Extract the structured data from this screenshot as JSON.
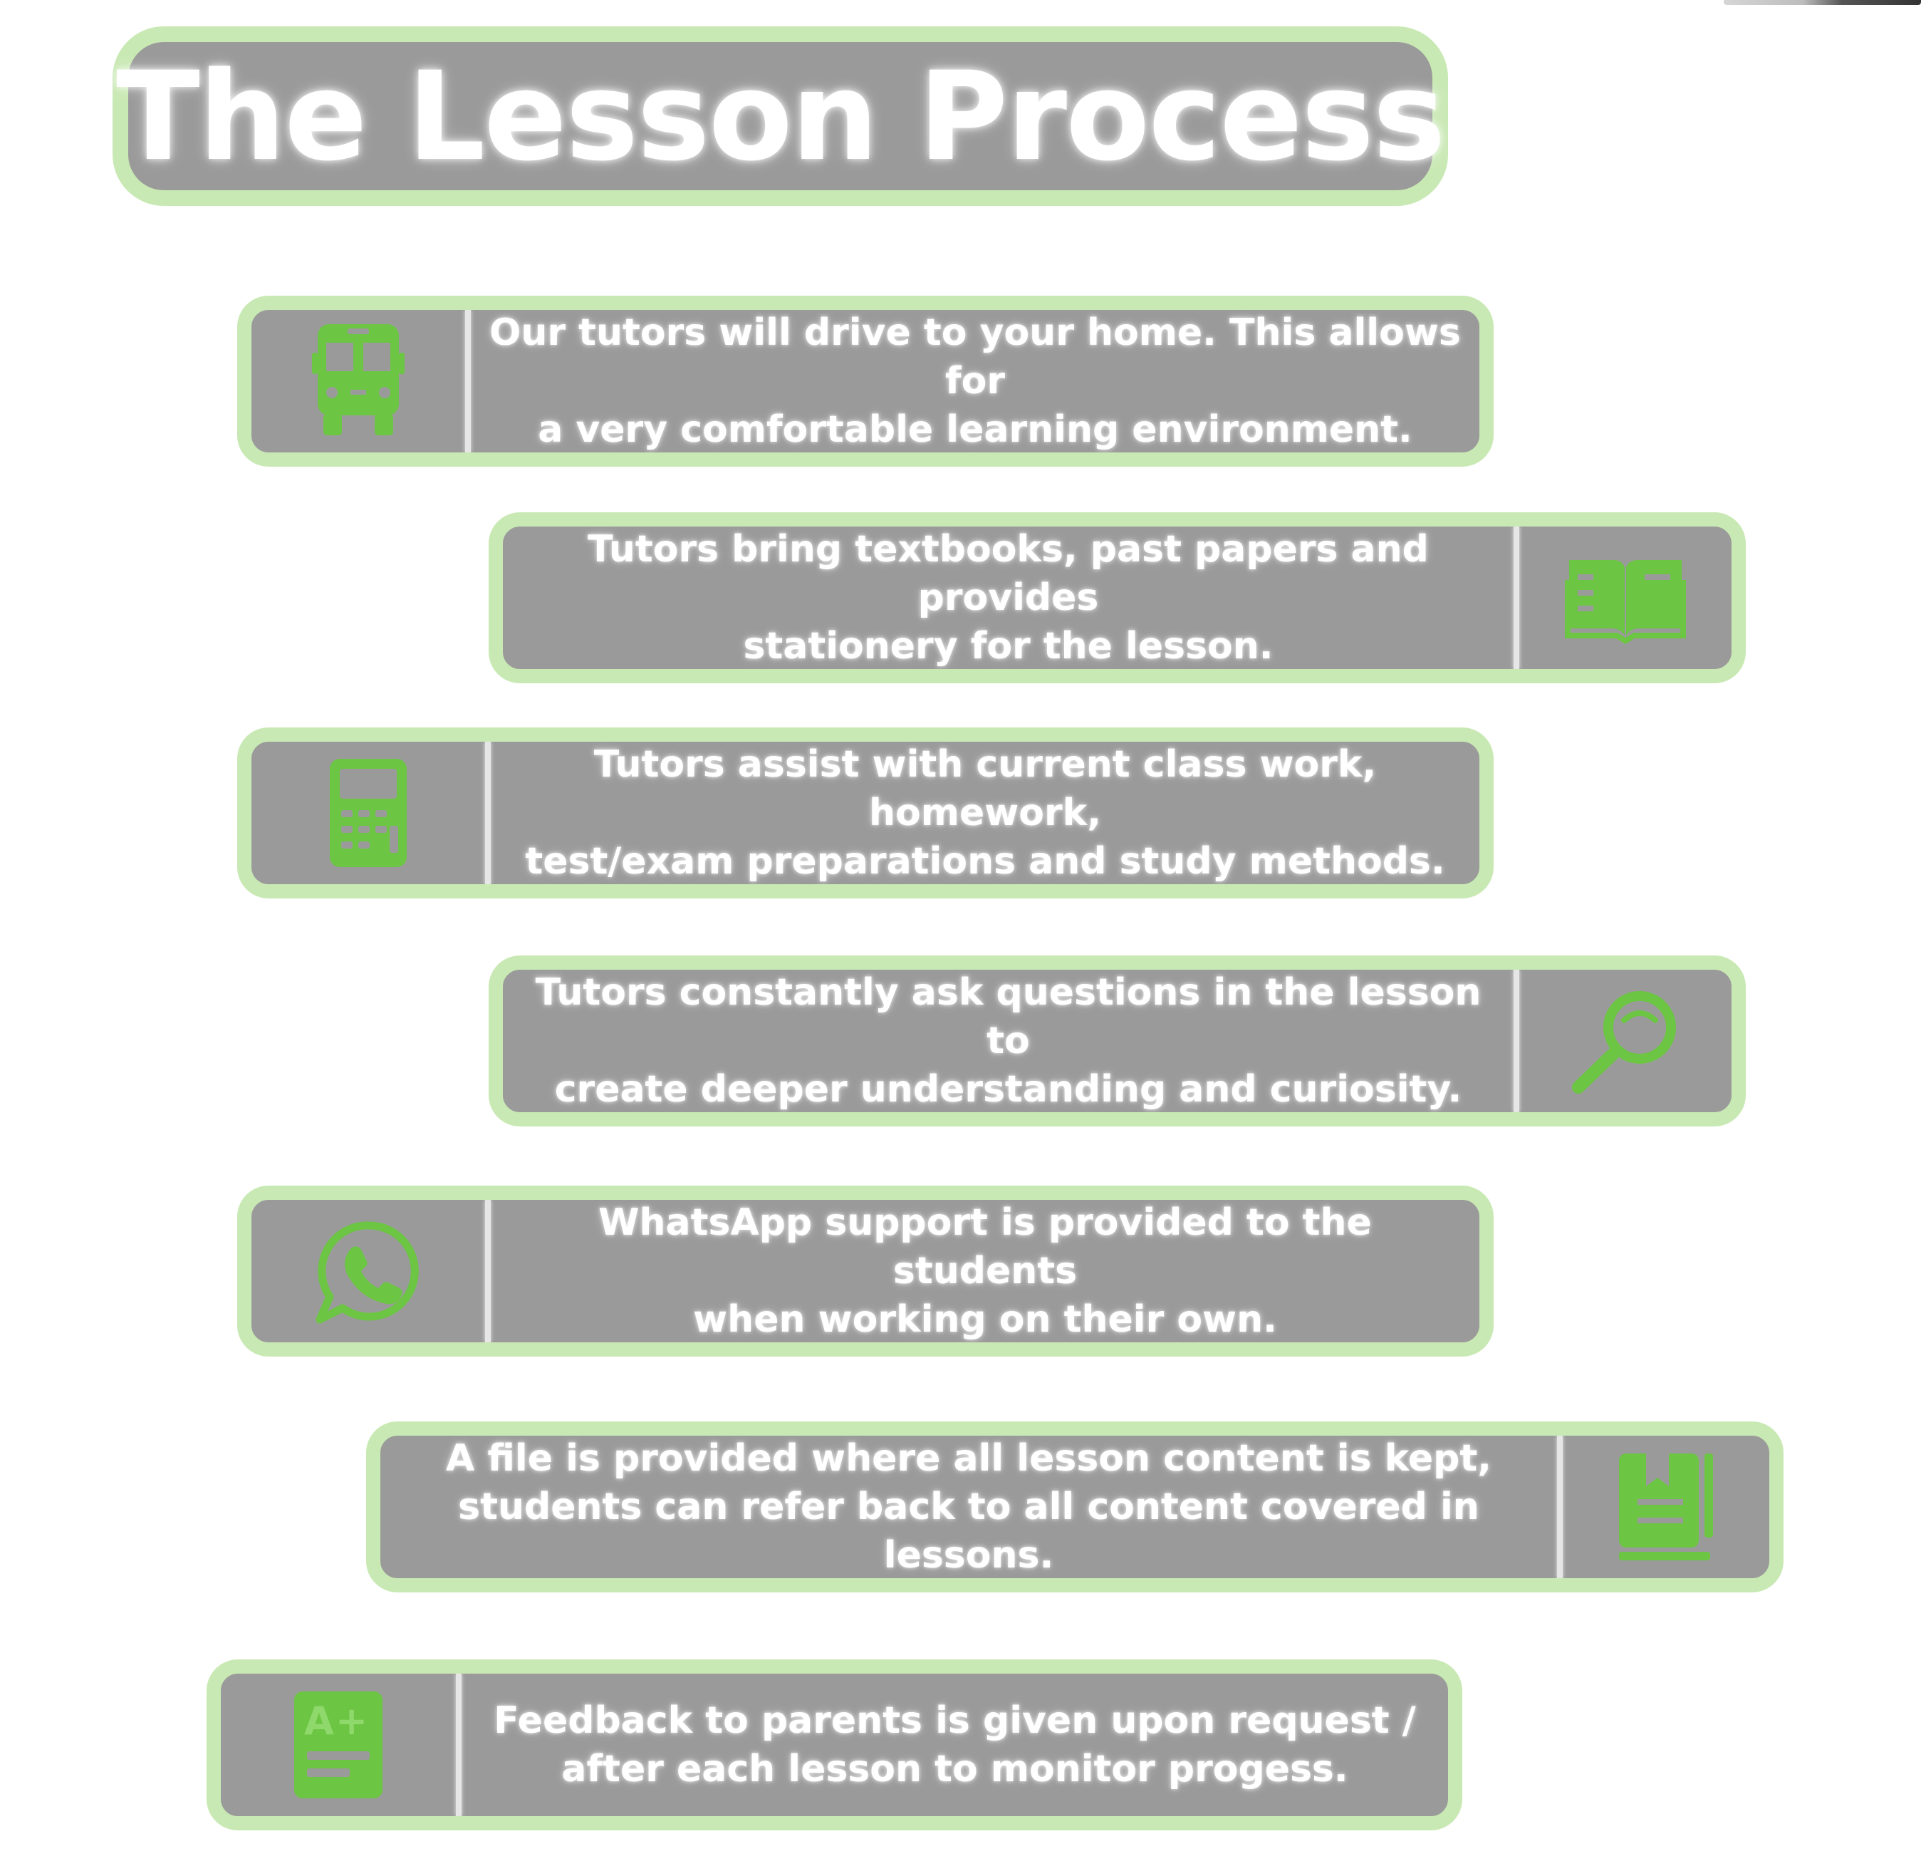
{
  "title": "The Lesson Process",
  "colors": {
    "background": "#ffffff",
    "panel": "#9a9a9a",
    "border": "#c9e9b4",
    "icon": "#6cc644",
    "text": "#ffffff"
  },
  "steps": [
    {
      "icon": "bus-icon",
      "line1": "Our tutors will drive to your home. This allows for",
      "line2": "a very comfortable learning environment."
    },
    {
      "icon": "open-book-icon",
      "line1": "Tutors bring textbooks, past papers and provides",
      "line2": "stationery for the lesson."
    },
    {
      "icon": "calculator-icon",
      "line1": "Tutors assist with current class work, homework,",
      "line2": "test/exam preparations and study methods."
    },
    {
      "icon": "magnifying-glass-icon",
      "line1": "Tutors constantly ask questions in the lesson to",
      "line2": "create deeper understanding and curiosity."
    },
    {
      "icon": "whatsapp-icon",
      "line1": "WhatsApp support is provided to the students",
      "line2": "when working on their own."
    },
    {
      "icon": "bookmarked-book-icon",
      "line1": "A file is provided where all lesson content is kept,",
      "line2": "students can refer back to all content covered in lessons."
    },
    {
      "icon": "graded-paper-icon",
      "line1": "Feedback to parents is given upon request /",
      "line2": "after each lesson to monitor progess."
    }
  ]
}
